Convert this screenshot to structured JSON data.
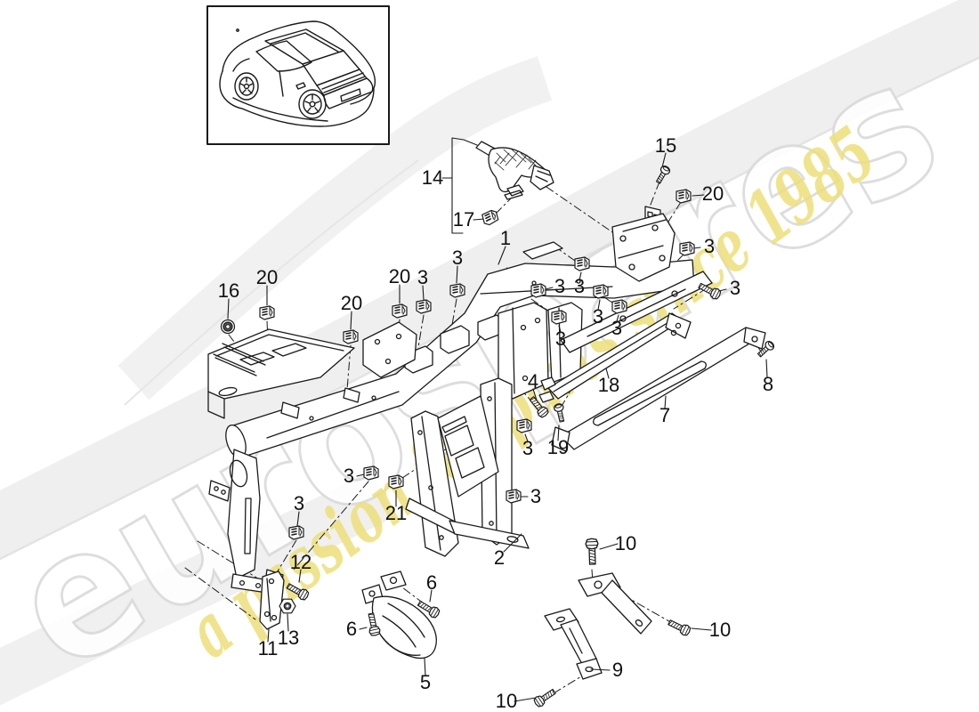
{
  "watermark": {
    "brand": "eurospares",
    "tagline": "a passion for parts since 1985",
    "brand_fill": "#ffffff",
    "brand_stroke": "#dadada",
    "tagline_color": "#ede07a",
    "swoosh_color": "#efefef"
  },
  "vehicle_card": {
    "illustration": "porsche-911-coupe-rear-three-quarter-line-drawing"
  },
  "diagram": {
    "ink": "#1a1a1a",
    "description": "retaining frame exploded parts diagram",
    "callouts": [
      "14",
      "17",
      "15",
      "20",
      "3",
      "3",
      "8",
      "1",
      "16",
      "20",
      "20",
      "20",
      "3",
      "3",
      "3",
      "3",
      "3",
      "3",
      "3",
      "4",
      "18",
      "7",
      "19",
      "3",
      "3",
      "21",
      "3",
      "12",
      "13",
      "11",
      "2",
      "3",
      "6",
      "6",
      "5",
      "10",
      "10",
      "10",
      "9"
    ]
  }
}
